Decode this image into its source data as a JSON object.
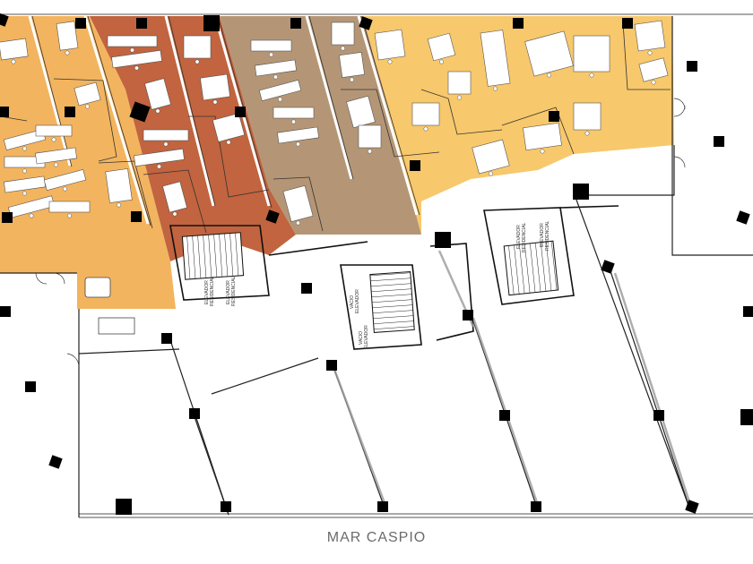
{
  "plan": {
    "street_label": "MAR CASPIO",
    "zone_colors": {
      "orange": "#f3b45f",
      "light_orange": "#f7c86c",
      "brick": "#c1643f",
      "taupe": "#b49676",
      "wall": "#000000",
      "line": "#9a9a9a"
    },
    "elevator_labels": {
      "left_a": "ELEVADOR",
      "left_b": "RESIDENCIAL",
      "center_a": "VACIO",
      "center_b": "ELEVADOR",
      "right_a": "ELEVADOR",
      "right_b": "RESIDENCIAL"
    }
  }
}
